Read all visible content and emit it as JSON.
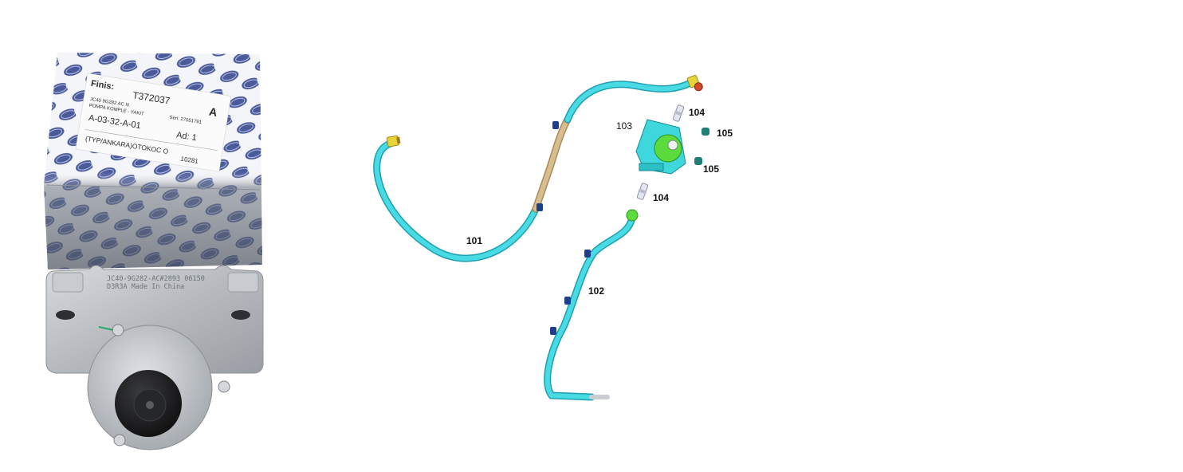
{
  "photo": {
    "box_label": {
      "finis_label": "Finis:",
      "part_code": "T372037",
      "grade": "A",
      "part_number": "JC40 9G282 AC N",
      "serial": "Seri: 27051791",
      "description": "POMPA KOMPLE - YAKIT",
      "location": "A-03-32-A-01",
      "quantity": "Ad: 1",
      "supplier": "(TYP/ANKARA)OTOKOC O",
      "supplier_code": "10281"
    },
    "pump_emboss": {
      "line1": "JC40-9G282-AC#2893 06150",
      "line2": "D3R3A  Made In China"
    }
  },
  "diagram": {
    "callouts": {
      "hose_upper": "101",
      "hose_lower": "102",
      "pump": "103",
      "connector_top": "104",
      "connector_bottom": "104",
      "cap_top": "105",
      "cap_bottom": "105"
    }
  },
  "colors": {
    "hose": "#48dbe4",
    "hose_outline": "#1d9fb0",
    "reinforced_segment": "#d8bd8e",
    "callout_highlight": "#c0392b",
    "pump_body": "#3ed8dc",
    "pump_cap": "#5bdc3c",
    "fitting_yellow": "#e7d43a",
    "clip": "#1f3f8c",
    "seal_cap": "#1f7f78"
  }
}
